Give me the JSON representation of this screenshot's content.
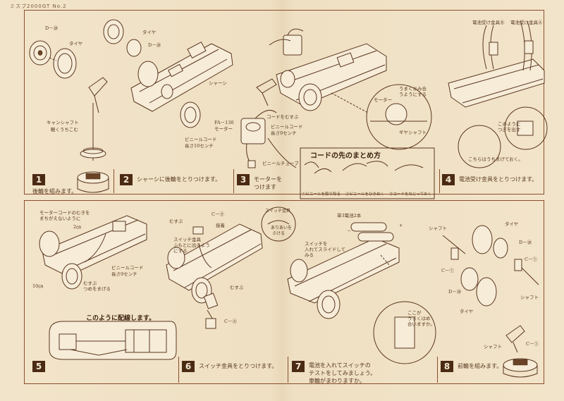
{
  "header": {
    "text": "ミスブ2000GT No.2"
  },
  "steps": [
    {
      "number": "1",
      "caption": "後輪を組みます。"
    },
    {
      "number": "2",
      "caption": "シャーシに後輪をとりつけます。"
    },
    {
      "number": "3",
      "caption_line1": "モーターを",
      "caption_line2": "つけます"
    },
    {
      "number": "4",
      "caption": "電池受け金具をとりつけます。"
    },
    {
      "number": "5",
      "caption": ""
    },
    {
      "number": "6",
      "caption": "スイッチ金具をとりつけます。"
    },
    {
      "number": "7",
      "caption_line1": "電池を入れてスイッチの",
      "caption_line2": "テストをしてみましょう。",
      "caption_line3": "車輪がまわりますか。"
    },
    {
      "number": "8",
      "caption": "前輪を組みます。"
    }
  ],
  "labels": {
    "d_26_a": "D－㉖",
    "tire_a": "タイヤ",
    "tire_b": "タイヤ",
    "d_26_b": "D－㉖",
    "shaft_line1": "キャンシャフト",
    "shaft_line2": "軽くうちこむ",
    "chassis": "シャーシ",
    "fa130_line1": "FA－130",
    "fa130_line2": "モーター",
    "vinyl_cord_line1": "ビニールコード",
    "vinyl_cord_line2": "長さ10センチ",
    "cord_motor": "コードをむすぶ",
    "vinyl_cord_b_line1": "ビニールコード",
    "vinyl_cord_b_line2": "長さ9センチ",
    "motor_note_line1": "うまくかみ合",
    "motor_note_line2": "うようにする",
    "motor_mark": "モーター",
    "gear_shaft": "ギヤシャフト",
    "vinyl_tube": "ビニールチューブ",
    "battery_a": "電池受け金具Ⓐ",
    "battery_b": "電池受け金具Ⓑ",
    "bend_note_line1": "このように",
    "bend_note_line2": "つぎを出す",
    "cut_note": "こちらはうちまげておく。",
    "cord_title": "コードの先のまとめ方",
    "cord_step1": "①ビニールを取り除る",
    "cord_step2": "②ビニールをひきぬく",
    "cord_step3": "③コードをねじっておく",
    "motor_cord_line1": "モーターコードのむきを",
    "motor_cord_line2": "まちがえないように",
    "two_cm": "2㎝",
    "ten_cm": "10㎝",
    "tie_knot_line1": "むすぶ",
    "tie_knot_line2": "つめをまげる",
    "vinyl_cord_c_line1": "ビニールコード",
    "vinyl_cord_c_line2": "長さ9センチ",
    "wiring_note": "このように配線します。",
    "musubu_a": "むすぶ",
    "c_5": "C－⑤",
    "connect": "接着",
    "switch_line1": "スイッチ金具",
    "switch_line2": "ふもとに出るよう",
    "switch_line3": "にする",
    "switch_bend_line1": "スイッチ金具",
    "switch_bend_line2": "ありあいを",
    "switch_bend_line3": "さける",
    "musubu_b": "むすぶ",
    "c_4": "C－④",
    "battery_size": "単3電池2本",
    "switch_test_line1": "スイッチを",
    "switch_test_line2": "入れてスライドして",
    "switch_test_line3": "みる",
    "cord_note_line1": "ここが",
    "cord_note_line2": "うまくはめ",
    "cord_note_line3": "合いますか。",
    "shaft_a": "シャフト",
    "tire_c": "タイヤ",
    "d_26_c": "D－㉖",
    "c_1a": "C－①",
    "c_1b": "C－①",
    "d_26_d": "D－㉖",
    "tire_d": "タイヤ",
    "shaft_b": "シャフト",
    "shaft_c": "シャフト",
    "c_1c": "C－①",
    "plus": "+",
    "minus": "－"
  }
}
